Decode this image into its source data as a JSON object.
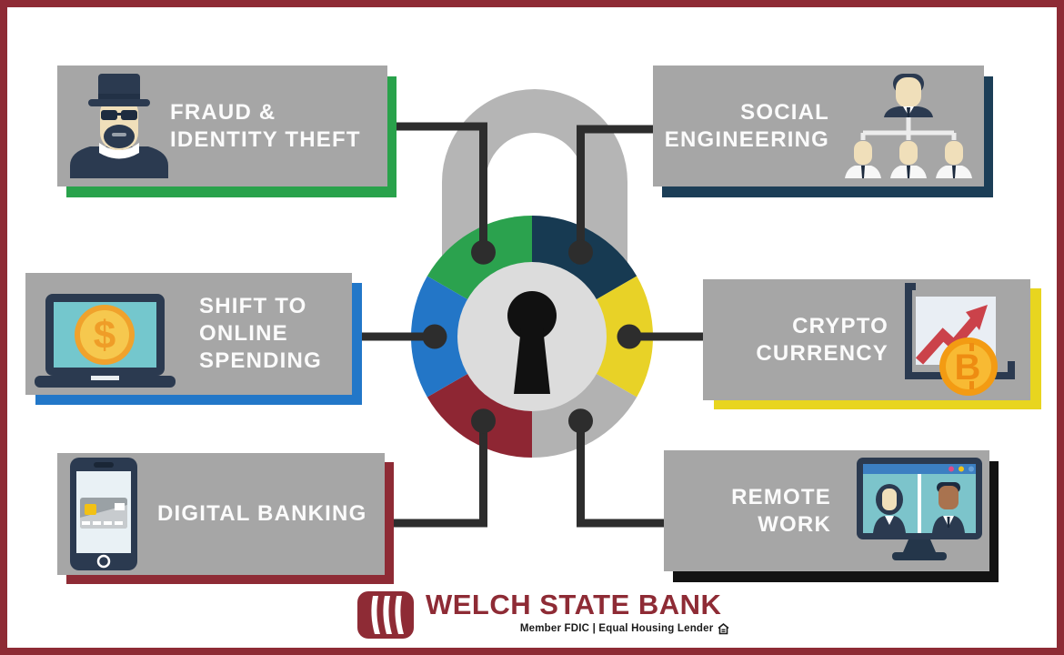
{
  "topics": {
    "fraud": {
      "line1": "FRAUD &",
      "line2": "IDENTITY THEFT",
      "accent_color": "#29a24b",
      "icon": "fraudster-icon"
    },
    "social": {
      "line1": "SOCIAL",
      "line2": "ENGINEERING",
      "accent_color": "#1c3e57",
      "icon": "org-chart-icon"
    },
    "spending": {
      "line1": "SHIFT TO",
      "line2": "ONLINE",
      "line3": "SPENDING",
      "accent_color": "#2277c8",
      "icon": "laptop-dollar-icon",
      "icon_glyph": "$"
    },
    "crypto": {
      "line1": "CRYPTO",
      "line2": "CURRENCY",
      "accent_color": "#e8d51f",
      "icon": "bitcoin-chart-icon",
      "icon_glyph": "B"
    },
    "digital": {
      "line1": "DIGITAL BANKING",
      "accent_color": "#8e2b35",
      "icon": "smartphone-card-icon"
    },
    "remote": {
      "line1": "REMOTE",
      "line2": "WORK",
      "accent_color": "#121212",
      "icon": "video-call-monitor-icon"
    }
  },
  "padlock": {
    "shackle_color": "#b5b5b5",
    "hub_color": "#dcdcdc",
    "keyhole_color": "#111111",
    "connector_color": "#2d2d2d",
    "segments": {
      "green": "#2ba24e",
      "navy": "#173a52",
      "yellow": "#e8d227",
      "gray": "#b2b2b2",
      "maroon": "#8e2633",
      "blue": "#2376c7"
    }
  },
  "footer": {
    "bank_name": "WELCH STATE BANK",
    "tagline": "Member FDIC | Equal Housing Lender",
    "brand_color": "#8e2b35"
  },
  "frame_color": "#8e2b35"
}
